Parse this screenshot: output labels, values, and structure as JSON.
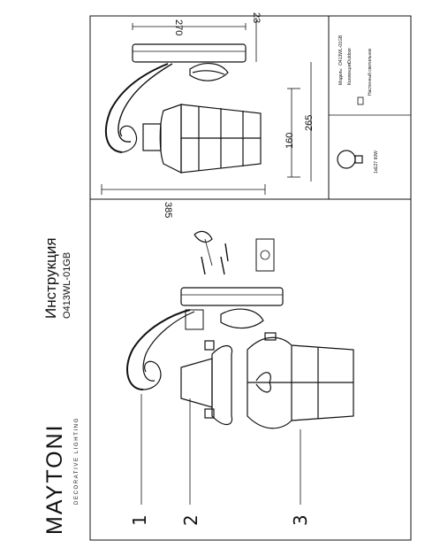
{
  "brand": {
    "name": "MAYTONI",
    "tagline": "DECORATIVE LIGHTING"
  },
  "header": {
    "title": "Инструкция",
    "model": "O413WL-01GB"
  },
  "dimensions": {
    "width": "270",
    "depth_total": "385",
    "height_total": "265",
    "mount_offset": "160",
    "bracket": "23"
  },
  "spec": {
    "model_label": "Модель:",
    "model_value": "O413WL-01GB",
    "collection_label": "Коллекция:",
    "collection_value": "Outdoor",
    "type_label": "Настенный светильник",
    "lamp": "1xE27 60W"
  },
  "steps": [
    "1",
    "2",
    "3"
  ]
}
